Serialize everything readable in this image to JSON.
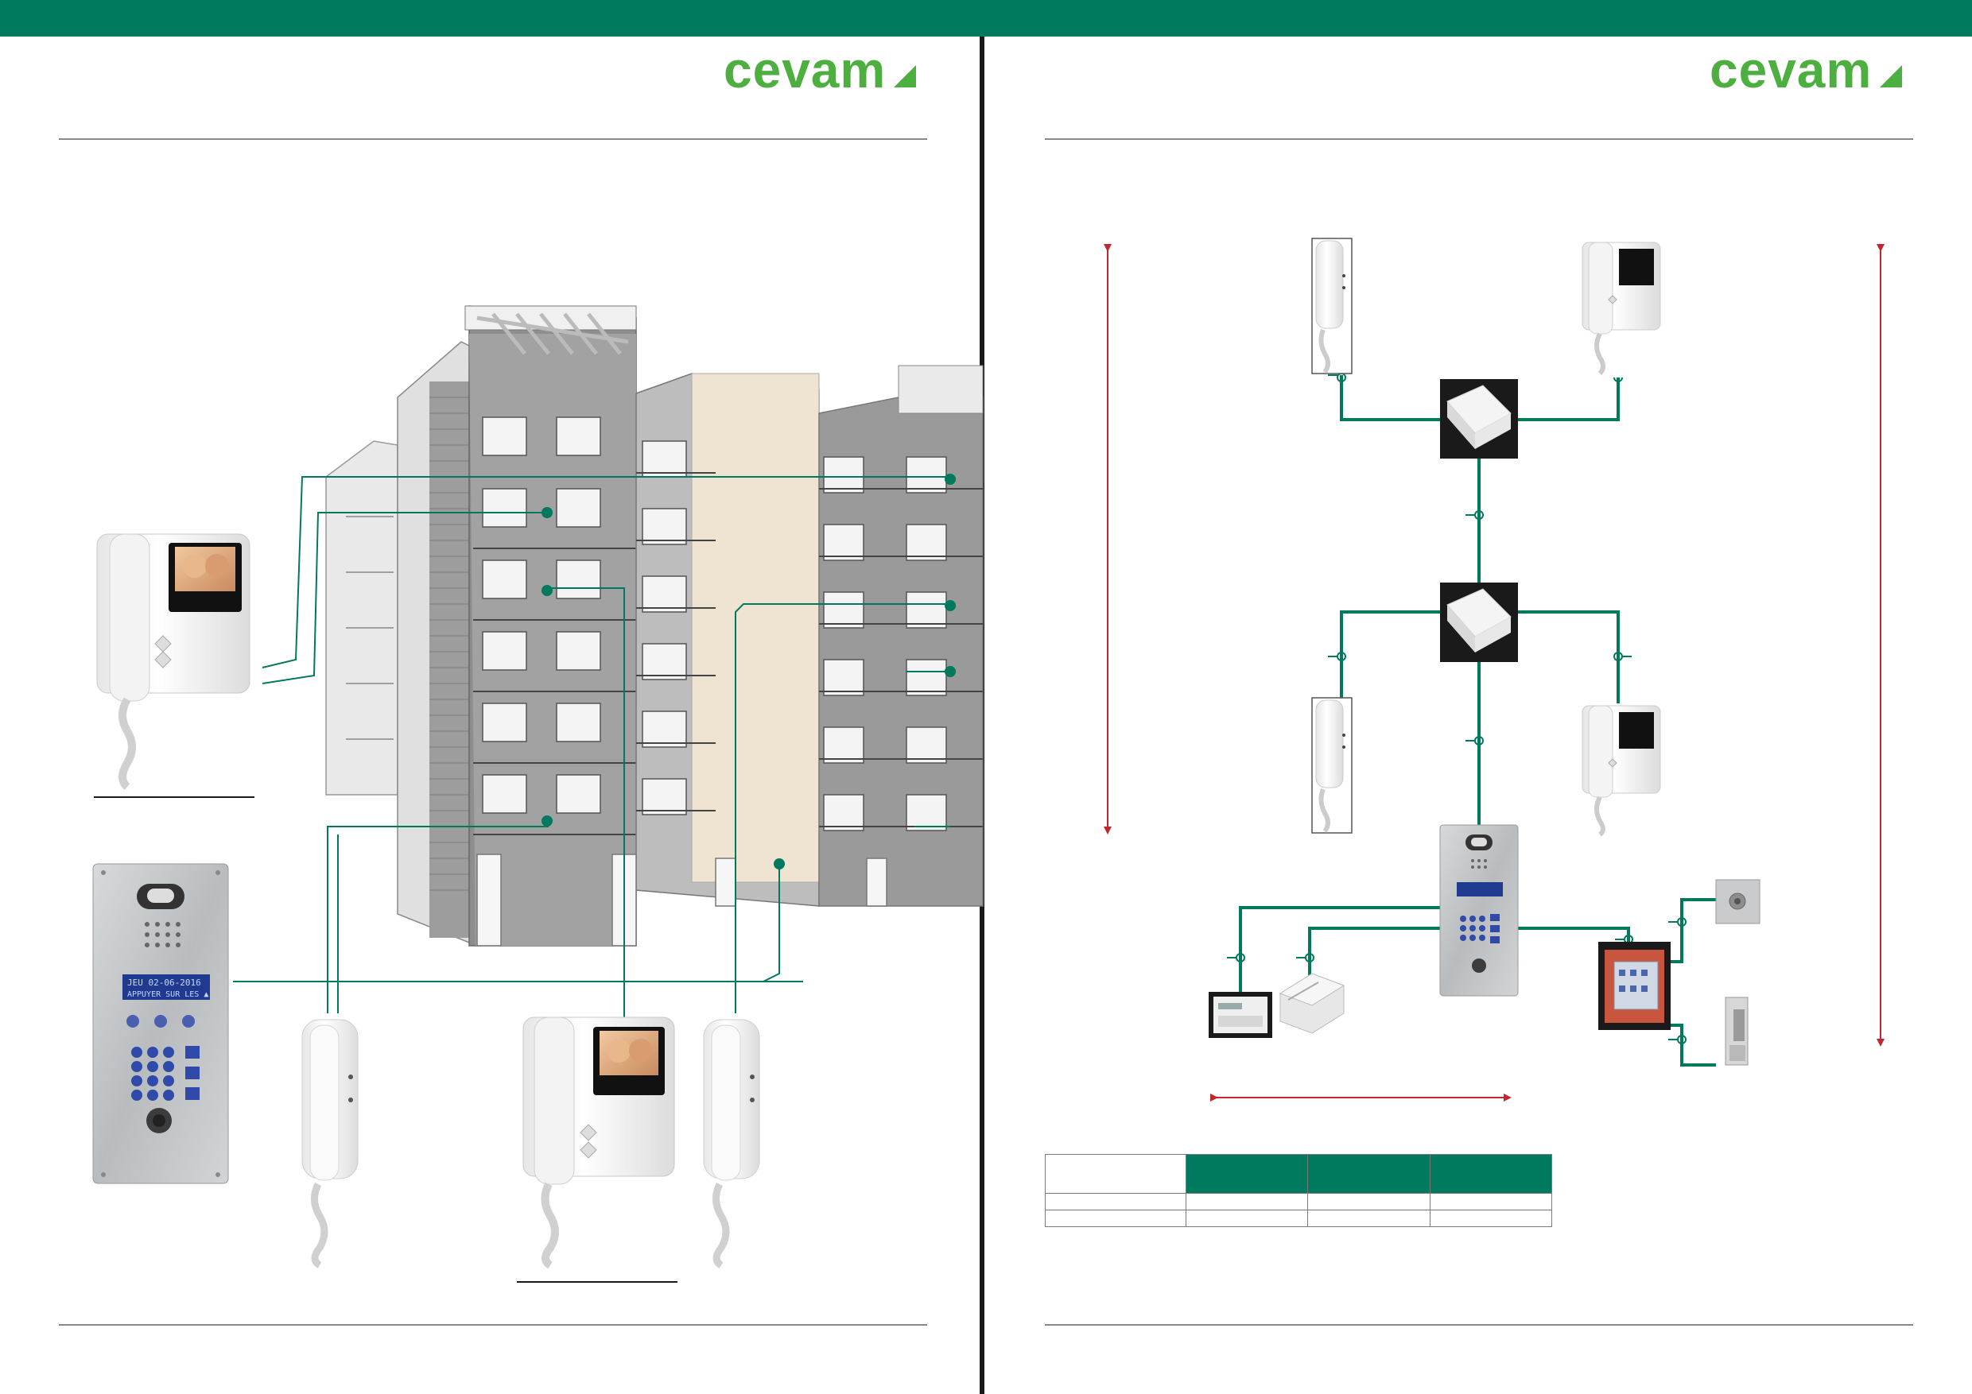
{
  "brand": {
    "logo_left": "cevam",
    "logo_right": "cevam",
    "primary_color": "#007a5e",
    "logo_color": "#4caf3f",
    "arrow_color": "#c0282d"
  },
  "building_illustration": {
    "left_screen_lines": [
      "",
      ""
    ],
    "panel_display_lines": [
      "JEU 02-06-2016",
      "APPUYER SUR LES ▲",
      "",
      ""
    ]
  },
  "specs_table": {
    "header": [
      "",
      "",
      "",
      ""
    ],
    "rows": [
      [
        "",
        "",
        "",
        ""
      ],
      [
        "",
        "",
        "",
        ""
      ]
    ]
  }
}
